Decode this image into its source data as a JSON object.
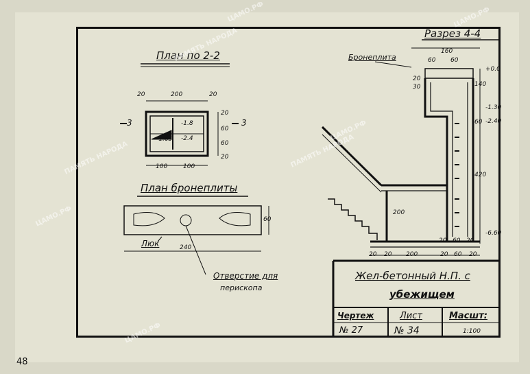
{
  "page_number": "48",
  "section_titles": {
    "plan_2_2": "План по 2-2",
    "razrez_4_4": "Разрез 4-4",
    "plan_broneplity": "План бронеплиты"
  },
  "labels": {
    "broneplita": "Бронеплита",
    "lyuk": "Люк",
    "otverstie": "Отверстие для",
    "periskopa": "перископа",
    "section_mark_left": "3",
    "section_mark_right": "3"
  },
  "plan_2_2_dims": {
    "top": [
      "20",
      "200",
      "20"
    ],
    "bottom": [
      "100",
      "100"
    ],
    "right": [
      "20",
      "60",
      "60",
      "20"
    ],
    "elev_1": "-1.8",
    "elev_2": "-2.4",
    "elev_3": "-1.65"
  },
  "broneplita_dims": {
    "length": "240",
    "width": "60"
  },
  "razrez_dims": {
    "top": [
      "160",
      "60",
      "60"
    ],
    "left": [
      "20",
      "30"
    ],
    "vertical": [
      "140",
      "60",
      "420",
      "200"
    ],
    "elevations": [
      "+0.0",
      "-1.30",
      "-2.40",
      "-6.60"
    ],
    "bottom": [
      "20",
      "20",
      "200",
      "20",
      "60",
      "20"
    ],
    "small": [
      "20",
      "60",
      "20"
    ]
  },
  "title_block": {
    "name_line1": "Жел-бетонный Н.П. с",
    "name_line2": "убежищем",
    "drawing_label": "Чертеж",
    "drawing_number": "№ 27",
    "sheet_label": "Лист",
    "sheet_number": "№ 34",
    "scale_label": "Масшт:",
    "scale_value": "1:100"
  },
  "watermarks": [
    "ПАМЯТЬ НАРОДА",
    "ЦАМО.РФ"
  ]
}
